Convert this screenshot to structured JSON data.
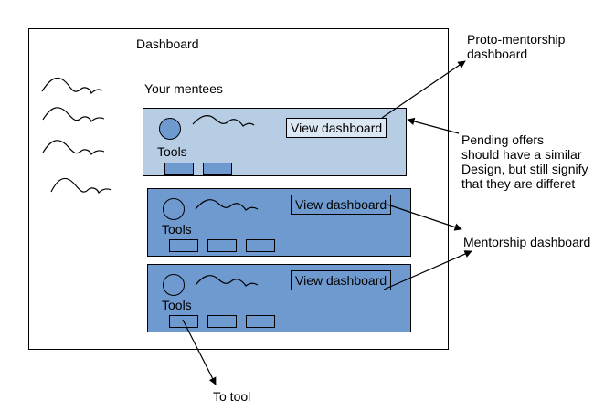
{
  "dashboard": {
    "title": "Dashboard",
    "mentees_label": "Your mentees",
    "cards": [
      {
        "kind": "proto-mentorship",
        "view_label": "View dashboard",
        "tools_label": "Tools",
        "tool_count": 2
      },
      {
        "kind": "mentorship",
        "view_label": "View dashboard",
        "tools_label": "Tools",
        "tool_count": 3
      },
      {
        "kind": "mentorship",
        "view_label": "View dashboard",
        "tools_label": "Tools",
        "tool_count": 3
      }
    ]
  },
  "annotations": {
    "proto_mentorship": [
      "Proto-mentorship",
      "dashboard"
    ],
    "pending_offers": [
      "Pending offers",
      "should have a similar",
      "Design, but still signify",
      "that they are differet"
    ],
    "mentorship": "Mentorship dashboard",
    "to_tool": "To tool"
  },
  "colors": {
    "pending_card": "#b6cde3",
    "mentorship_card": "#6e9ad0",
    "outline": "#000000"
  }
}
